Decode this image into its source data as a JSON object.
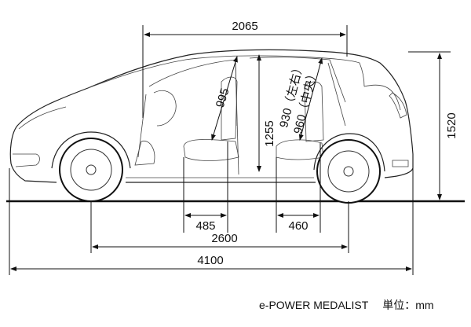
{
  "dimensions": {
    "roof_length": "2065",
    "front_headroom": "995",
    "interior_height": "1255",
    "rear_headroom": "930（左右）",
    "rear_headroom_center": "960（中央）",
    "front_seat_depth": "485",
    "rear_seat_depth": "460",
    "wheelbase": "2600",
    "overall_length": "4100",
    "overall_height": "1520"
  },
  "caption": {
    "model": "e-POWER MEDALIST",
    "unit": "単位：mm"
  }
}
